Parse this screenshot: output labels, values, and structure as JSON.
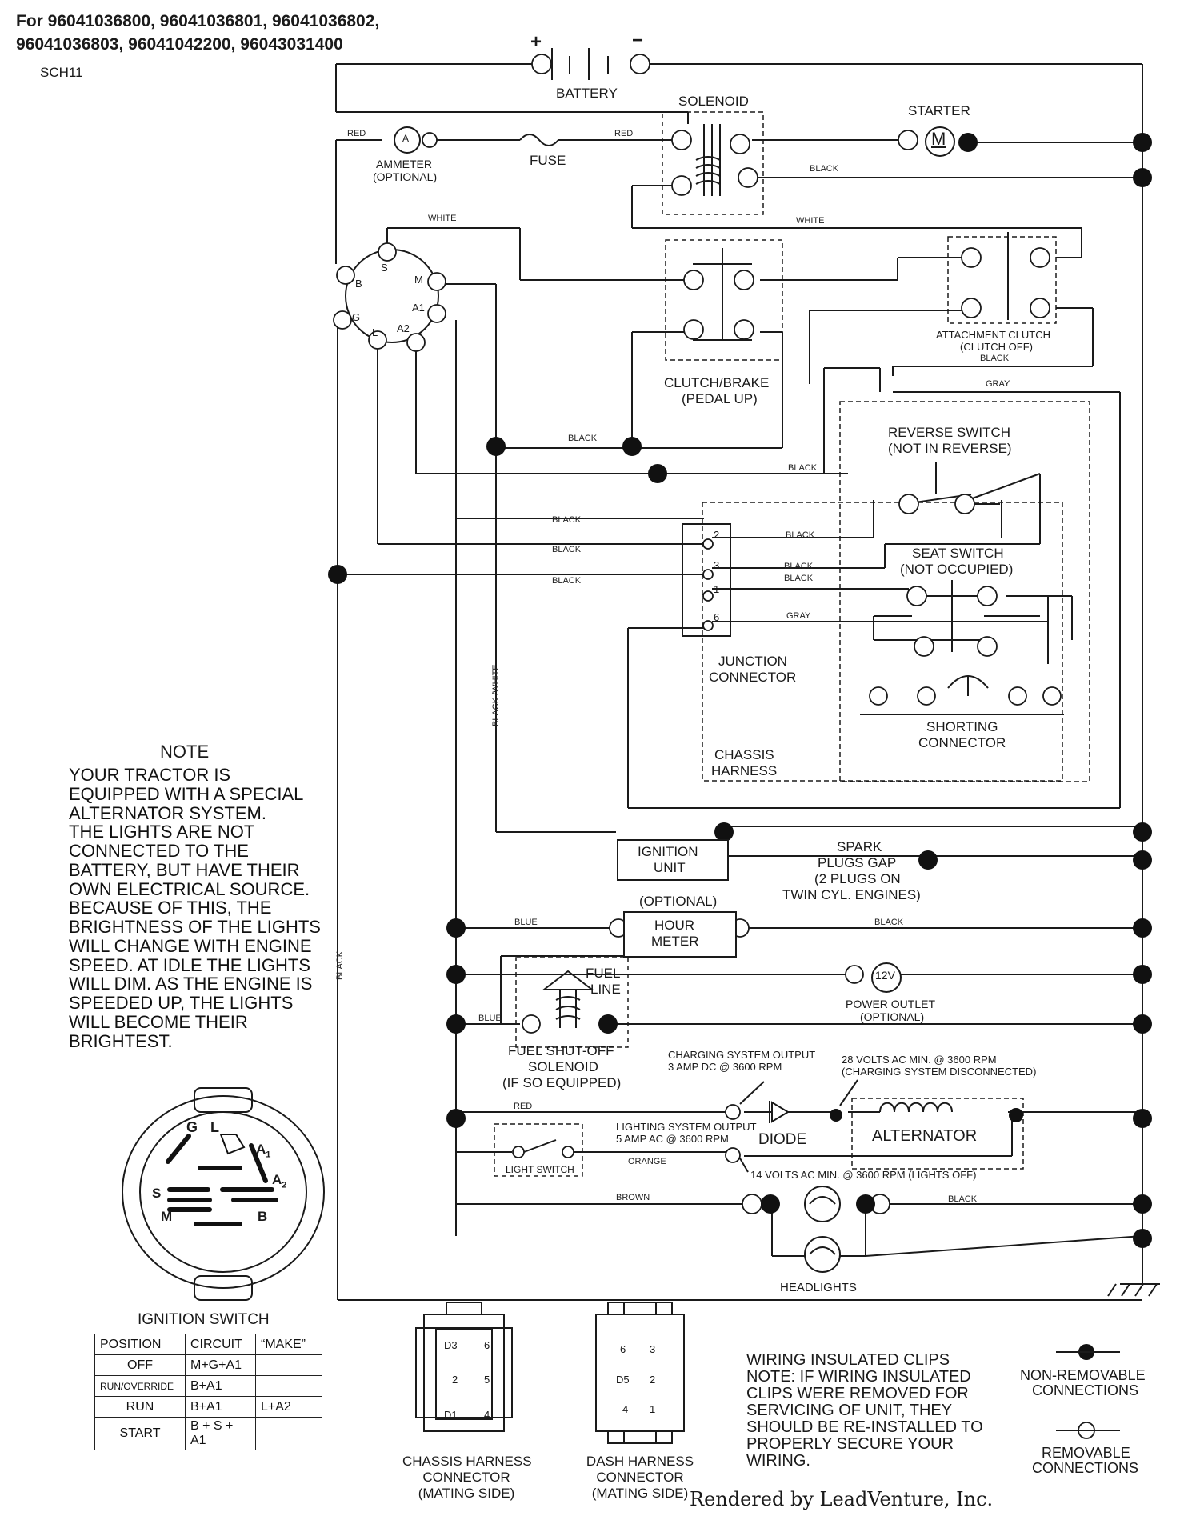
{
  "header": {
    "line1": "For 96041036800, 96041036801, 96041036802,",
    "line2": "96041036803, 96041042200, 96043031400",
    "code": "SCH11"
  },
  "components": {
    "battery": "BATTERY",
    "battery_plus": "+",
    "battery_minus": "−",
    "solenoid": "SOLENOID",
    "starter": "STARTER",
    "starter_symbol": "M",
    "ammeter": "AMMETER",
    "ammeter_optional": "(OPTIONAL)",
    "ammeter_symbol": "A",
    "fuse": "FUSE",
    "clutch_brake": "CLUTCH/BRAKE",
    "clutch_brake_sub": "(PEDAL UP)",
    "attachment_clutch": "ATTACHMENT CLUTCH",
    "attachment_clutch_sub": "(CLUTCH OFF)",
    "reverse_switch": "REVERSE SWITCH",
    "reverse_switch_sub": "(NOT IN REVERSE)",
    "seat_switch": "SEAT SWITCH",
    "seat_switch_sub": "(NOT OCCUPIED)",
    "junction_connector_1": "JUNCTION",
    "junction_connector_2": "CONNECTOR",
    "shorting_connector_1": "SHORTING",
    "shorting_connector_2": "CONNECTOR",
    "chassis_harness_1": "CHASSIS",
    "chassis_harness_2": "HARNESS",
    "ignition_unit_1": "IGNITION",
    "ignition_unit_2": "UNIT",
    "spark_1": "SPARK",
    "spark_2": "PLUGS GAP",
    "spark_3": "(2 PLUGS ON",
    "spark_4": "TWIN CYL. ENGINES)",
    "hour_meter_opt": "(OPTIONAL)",
    "hour_meter_1": "HOUR",
    "hour_meter_2": "METER",
    "fuel_line_1": "FUEL",
    "fuel_line_2": "LINE",
    "power_outlet_symbol": "12V",
    "power_outlet": "POWER OUTLET",
    "power_outlet_opt": "(OPTIONAL)",
    "fuel_solenoid_1": "FUEL SHUT-OFF",
    "fuel_solenoid_2": "SOLENOID",
    "fuel_solenoid_3": "(IF SO EQUIPPED)",
    "charging_output_1": "CHARGING SYSTEM OUTPUT",
    "charging_output_2": "3 AMP DC @ 3600 RPM",
    "volts28_1": "28 VOLTS AC MIN. @ 3600 RPM",
    "volts28_2": "(CHARGING SYSTEM DISCONNECTED)",
    "diode": "DIODE",
    "alternator": "ALTERNATOR",
    "lighting_output_1": "LIGHTING SYSTEM OUTPUT",
    "lighting_output_2": "5 AMP AC @ 3600 RPM",
    "light_switch": "LIGHT SWITCH",
    "volts14": "14 VOLTS AC MIN. @ 3600 RPM (LIGHTS OFF)",
    "headlights": "HEADLIGHTS"
  },
  "ignition_terminals": {
    "s": "S",
    "b": "B",
    "m": "M",
    "a1": "A1",
    "g": "G",
    "l": "L",
    "a2": "A2"
  },
  "junction_pins": [
    "2",
    "3",
    "1",
    "6"
  ],
  "wire_colors": {
    "red": "RED",
    "white": "WHITE",
    "black": "BLACK",
    "gray": "GRAY",
    "blue": "BLUE",
    "orange": "ORANGE",
    "brown": "BROWN",
    "black_white": "BLACK /WHITE"
  },
  "note": {
    "title": "NOTE",
    "lines": [
      "YOUR TRACTOR IS",
      "EQUIPPED WITH A SPECIAL",
      "ALTERNATOR SYSTEM.",
      "THE LIGHTS ARE NOT",
      "CONNECTED TO THE",
      "BATTERY, BUT HAVE THEIR",
      "OWN ELECTRICAL SOURCE.",
      "BECAUSE OF THIS, THE",
      "BRIGHTNESS OF THE LIGHTS",
      "WILL CHANGE WITH ENGINE",
      "SPEED.  AT IDLE THE LIGHTS",
      "WILL DIM.  AS THE ENGINE IS",
      "SPEEDED UP, THE LIGHTS",
      "WILL BECOME THEIR",
      "BRIGHTEST."
    ]
  },
  "ignition_switch": {
    "title": "IGNITION SWITCH",
    "face_labels": {
      "g": "G",
      "l": "L",
      "a1": "A",
      "a1_sub": "1",
      "a2": "A",
      "a2_sub": "2",
      "s": "S",
      "m": "M",
      "b": "B"
    },
    "columns": [
      "POSITION",
      "CIRCUIT",
      "“MAKE”"
    ],
    "rows": [
      {
        "position": "OFF",
        "circuit": "M+G+A1",
        "make": ""
      },
      {
        "position": "RUN/OVERRIDE",
        "circuit": "B+A1",
        "make": ""
      },
      {
        "position": "RUN",
        "circuit": "B+A1",
        "make": "L+A2"
      },
      {
        "position": "START",
        "circuit": "B + S + A1",
        "make": ""
      }
    ]
  },
  "chassis_connector": {
    "pins": [
      "D3",
      "6",
      "2",
      "5",
      "D1",
      "4"
    ],
    "label_1": "CHASSIS HARNESS",
    "label_2": "CONNECTOR",
    "label_3": "(MATING SIDE)"
  },
  "dash_connector": {
    "pins": [
      "6",
      "3",
      "D5",
      "2",
      "4",
      "1"
    ],
    "label_1": "DASH HARNESS",
    "label_2": "CONNECTOR",
    "label_3": "(MATING SIDE)"
  },
  "clips_note": {
    "lines": [
      "WIRING INSULATED CLIPS",
      "NOTE: IF WIRING INSULATED",
      "CLIPS WERE REMOVED FOR",
      "SERVICING OF UNIT, THEY",
      "SHOULD BE RE-INSTALLED TO",
      "PROPERLY SECURE YOUR",
      "WIRING."
    ]
  },
  "legend": {
    "non_removable_1": "NON-REMOVABLE",
    "non_removable_2": "CONNECTIONS",
    "removable_1": "REMOVABLE",
    "removable_2": "CONNECTIONS"
  },
  "footer": "Rendered by LeadVenture, Inc."
}
